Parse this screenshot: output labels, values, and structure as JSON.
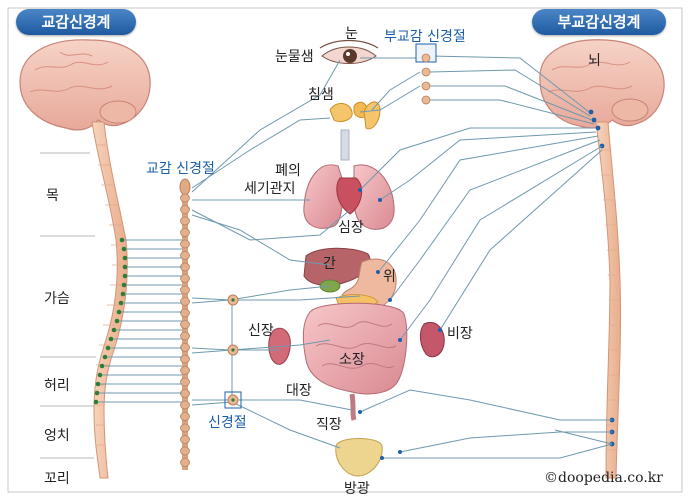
{
  "headers": {
    "sympathetic": "교감신경계",
    "parasympathetic": "부교감신경계"
  },
  "regions": [
    "목",
    "가슴",
    "허리",
    "엉치",
    "꼬리"
  ],
  "organs": {
    "eye": "눈",
    "tear_gland": "눈물샘",
    "salivary": "침샘",
    "lung": "폐의",
    "bronchi": "세기관지",
    "heart": "심장",
    "liver": "간",
    "stomach": "위",
    "spleen": "비장",
    "kidney": "신장",
    "small_intestine": "소장",
    "large_intestine": "대장",
    "rectum": "직장",
    "bladder": "방광"
  },
  "nerves": {
    "brain": "뇌",
    "para_ganglion": "부교감 신경절",
    "symp_ganglion": "교감 신경절",
    "ganglion": "신경절"
  },
  "copyright": "©doopedia.co.kr",
  "colors": {
    "header": "#2a6bb4",
    "label_blue": "#1b5ea8",
    "nerve_line": "#5a8fa6",
    "organ_pink": "#e8a0a8",
    "brain": "#f0c0b0",
    "spine": "#f2c3a4",
    "dot_green": "#2e7d32"
  }
}
